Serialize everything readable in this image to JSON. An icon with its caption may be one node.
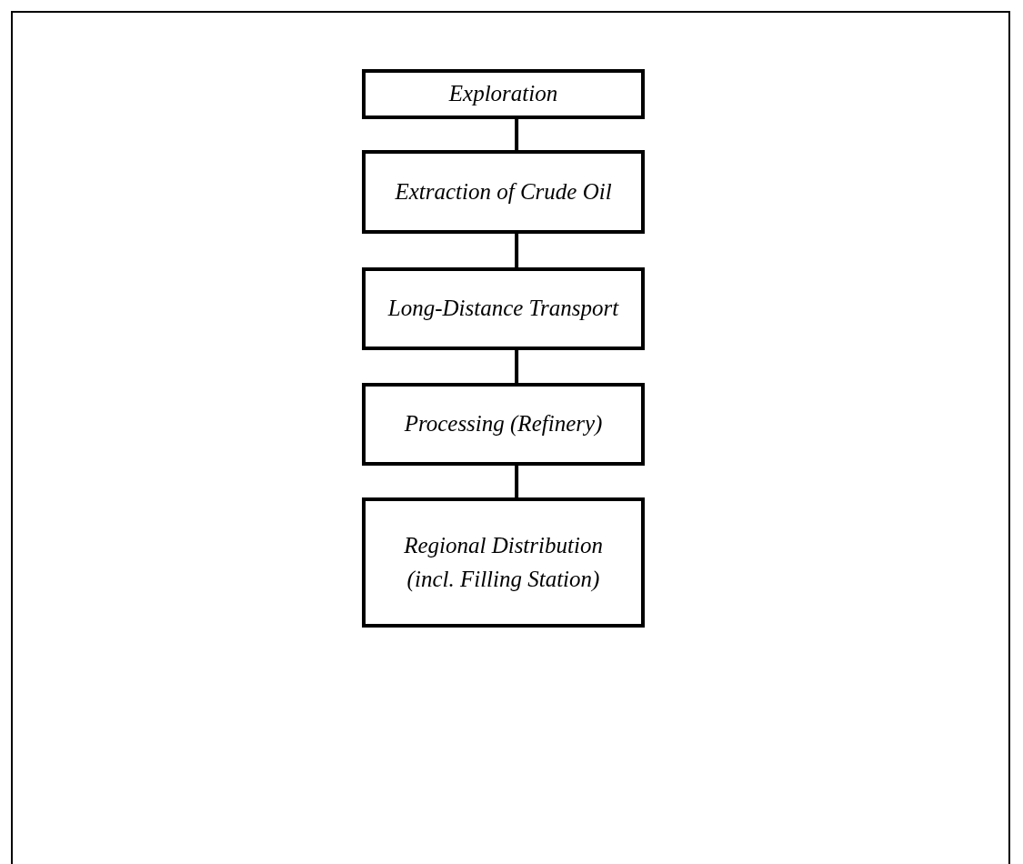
{
  "diagram": {
    "nodes": [
      {
        "text": [
          "Exploration"
        ]
      },
      {
        "text": [
          "Extraction of Crude Oil"
        ]
      },
      {
        "text": [
          "Long-Distance Transport"
        ]
      },
      {
        "text": [
          "Processing (Refinery)"
        ]
      },
      {
        "text": [
          "Regional Distribution (incl. Filling Station)"
        ]
      }
    ],
    "edges": [
      {
        "from": 0,
        "to": 1,
        "arrow": "none"
      },
      {
        "from": 1,
        "to": 2,
        "arrow": "none"
      },
      {
        "from": 2,
        "to": 3,
        "arrow": "none"
      },
      {
        "from": 3,
        "to": 4,
        "arrow": "none"
      }
    ]
  }
}
